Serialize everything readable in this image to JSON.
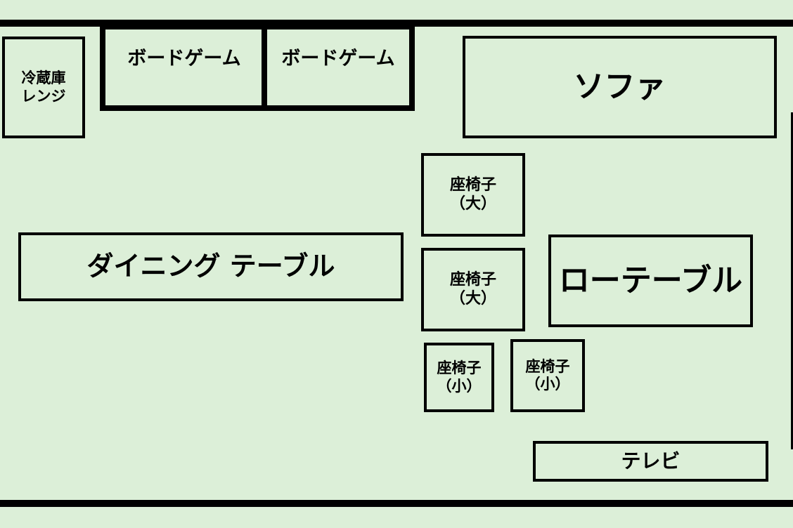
{
  "room": {
    "fridge": [
      "冷蔵庫",
      "レンジ"
    ],
    "boardgame_1": "ボードゲーム",
    "boardgame_2": "ボードゲーム",
    "sofa": "ソファ",
    "dining_table": "ダイニング テーブル",
    "chair_large_1": [
      "座椅子",
      "（大）"
    ],
    "chair_large_2": [
      "座椅子",
      "（大）"
    ],
    "low_table": "ローテーブル",
    "chair_small_1": [
      "座椅子",
      "（小）"
    ],
    "chair_small_2": [
      "座椅子",
      "（小）"
    ],
    "tv": "テレビ"
  }
}
